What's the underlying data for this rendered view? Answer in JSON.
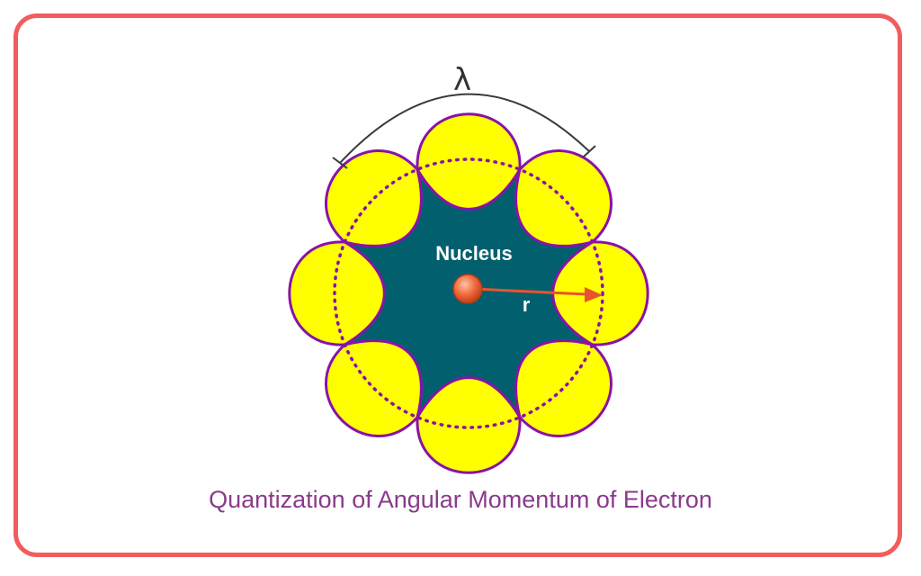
{
  "diagram": {
    "nucleus_label": "Nucleus",
    "radius_label": "r",
    "wavelength_label": "λ",
    "wave_lobe_count": 8,
    "caption": "Quantization of Angular Momentum of Electron"
  },
  "colors": {
    "frame_border": "#f25c5c",
    "lobe_fill": "#ffff00",
    "lobe_outline": "#8a12a8",
    "inner_region": "#02606e",
    "nucleus": "#f06a3c",
    "radius_arrow": "#e8542c",
    "caption_text": "#8a3a8c"
  }
}
